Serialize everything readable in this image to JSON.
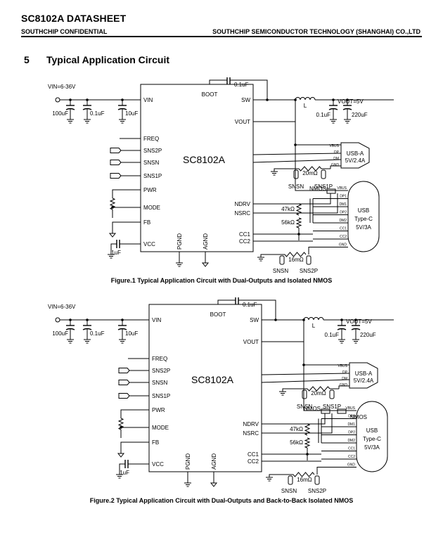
{
  "header": {
    "title": "SC8102A DATASHEET",
    "left": "SOUTHCHIP CONFIDENTIAL",
    "right": "SOUTHCHIP SEMICONDUCTOR TECHNOLOGY (SHANGHAI) CO.,LTD"
  },
  "section": {
    "number": "5",
    "title": "Typical Application Circuit"
  },
  "figure1": {
    "caption": "Figure.1 Typical Application Circuit with Dual-Outputs and Isolated NMOS",
    "vin": "VIN=6-36V",
    "vout": "VOUT=5V",
    "chip": "SC8102A",
    "pins_left": [
      "VIN",
      "FREQ",
      "SNS2P",
      "SNSN",
      "SNS1P",
      "PWR",
      "MODE",
      "FB",
      "VCC"
    ],
    "pins_right": [
      "BOOT",
      "SW",
      "VOUT",
      "NDRV",
      "NSRC",
      "CC1",
      "CC2"
    ],
    "pins_bottom": [
      "PGND",
      "AGND"
    ],
    "caps_in": [
      "100uF",
      "0.1uF",
      "10uF"
    ],
    "cap_boot": "0.1uF",
    "inductor": "L",
    "caps_out": [
      "0.1uF",
      "220uF"
    ],
    "cap_vcc": "1uF",
    "usba": {
      "name": "USB-A",
      "rating": "5V/2.4A",
      "pins": [
        "VBUS",
        "DP",
        "DM",
        "GND"
      ]
    },
    "usbc": {
      "name": "USB",
      "name2": "Type-C",
      "rating": "5V/3A",
      "pins": [
        "VBUS",
        "DP1",
        "DM1",
        "DP2",
        "DM2",
        "CC1",
        "CC2",
        "GND"
      ]
    },
    "sense1": "20mΩ",
    "sense2": "16mΩ",
    "sns_labels": [
      "SNSN",
      "SNS1P",
      "SNSN",
      "SNS2P"
    ],
    "nmos": "NMOS",
    "res": [
      "47kΩ",
      "56kΩ"
    ]
  },
  "figure2": {
    "caption": "Figure.2 Typical Application Circuit with Dual-Outputs and Back-to-Back Isolated NMOS",
    "vin": "VIN=6-36V",
    "vout": "VOUT=5V",
    "chip": "SC8102A",
    "pins_left": [
      "VIN",
      "FREQ",
      "SNS2P",
      "SNSN",
      "SNS1P",
      "PWR",
      "MODE",
      "FB",
      "VCC"
    ],
    "pins_right": [
      "BOOT",
      "SW",
      "VOUT",
      "NDRV",
      "NSRC",
      "CC1",
      "CC2"
    ],
    "pins_bottom": [
      "PGND",
      "AGND"
    ],
    "caps_in": [
      "100uF",
      "0.1uF",
      "10uF"
    ],
    "cap_boot": "0.1uF",
    "inductor": "L",
    "caps_out": [
      "0.1uF",
      "220uF"
    ],
    "cap_vcc": "1uF",
    "usba": {
      "name": "USB-A",
      "rating": "5V/2.4A",
      "pins": [
        "VBUS",
        "DP",
        "DM",
        "GND"
      ]
    },
    "usbc": {
      "name": "USB",
      "name2": "Type-C",
      "rating": "5V/3A",
      "pins": [
        "VBUS",
        "DP1",
        "DM1",
        "DP2",
        "DM2",
        "CC1",
        "CC2",
        "GND"
      ]
    },
    "sense1": "20mΩ",
    "sense2": "16mΩ",
    "sns_labels": [
      "SNSN",
      "SNS1P",
      "SNSN",
      "SNS2P"
    ],
    "nmos": [
      "NMOS",
      "NMOS"
    ],
    "res": [
      "47kΩ",
      "56kΩ"
    ]
  }
}
